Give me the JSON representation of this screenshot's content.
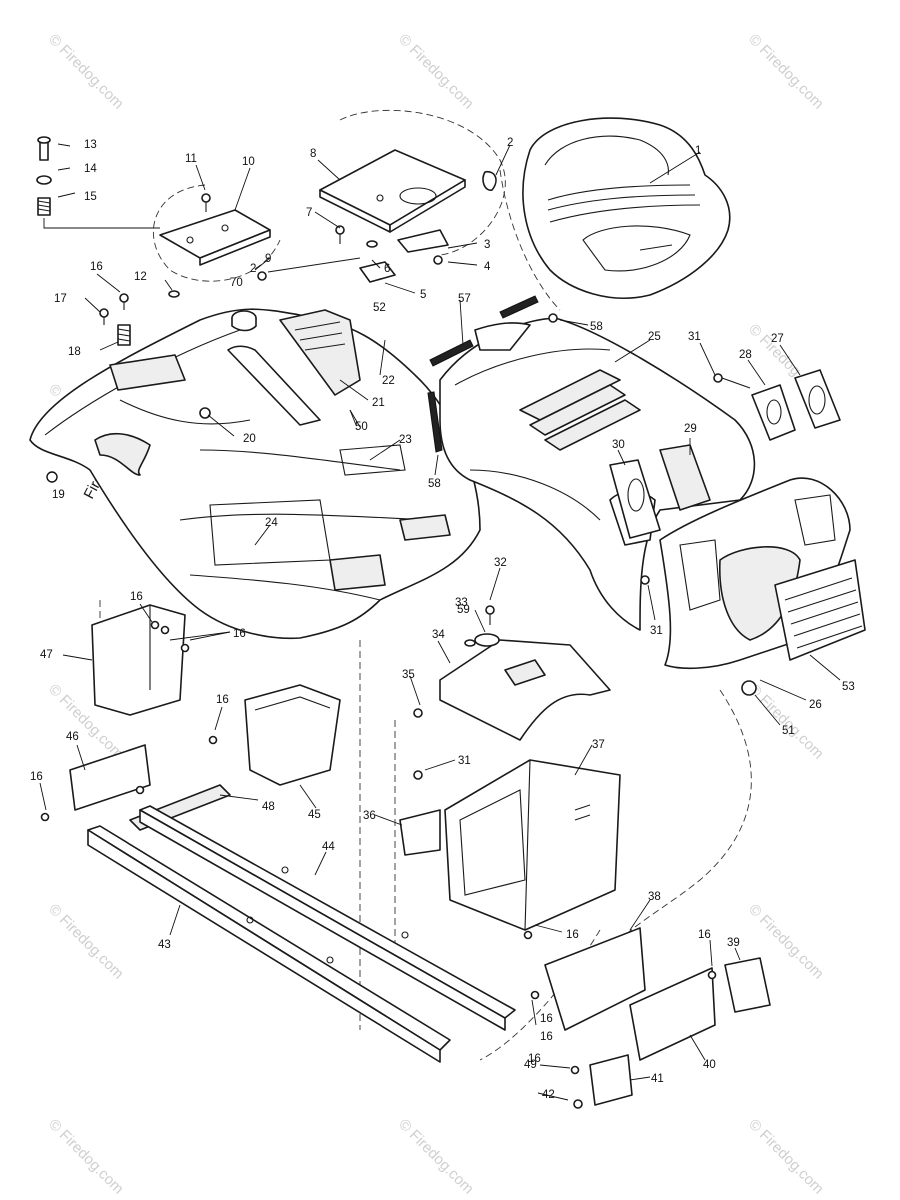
{
  "watermark": {
    "text": "© Firedog.com",
    "side_text": "Firedog.com"
  },
  "callouts": [
    "1",
    "2",
    "2",
    "3",
    "4",
    "5",
    "6",
    "7",
    "8",
    "9",
    "10",
    "11",
    "12",
    "13",
    "14",
    "15",
    "16",
    "16",
    "16",
    "16",
    "16",
    "16",
    "16",
    "16",
    "16",
    "16",
    "17",
    "18",
    "19",
    "20",
    "21",
    "22",
    "23",
    "24",
    "25",
    "26",
    "27",
    "28",
    "29",
    "30",
    "31",
    "31",
    "31",
    "32",
    "33",
    "34",
    "35",
    "36",
    "37",
    "38",
    "39",
    "40",
    "41",
    "42",
    "43",
    "44",
    "45",
    "46",
    "47",
    "48",
    "49",
    "50",
    "51",
    "52",
    "53",
    "57",
    "58",
    "58",
    "59",
    "70"
  ]
}
